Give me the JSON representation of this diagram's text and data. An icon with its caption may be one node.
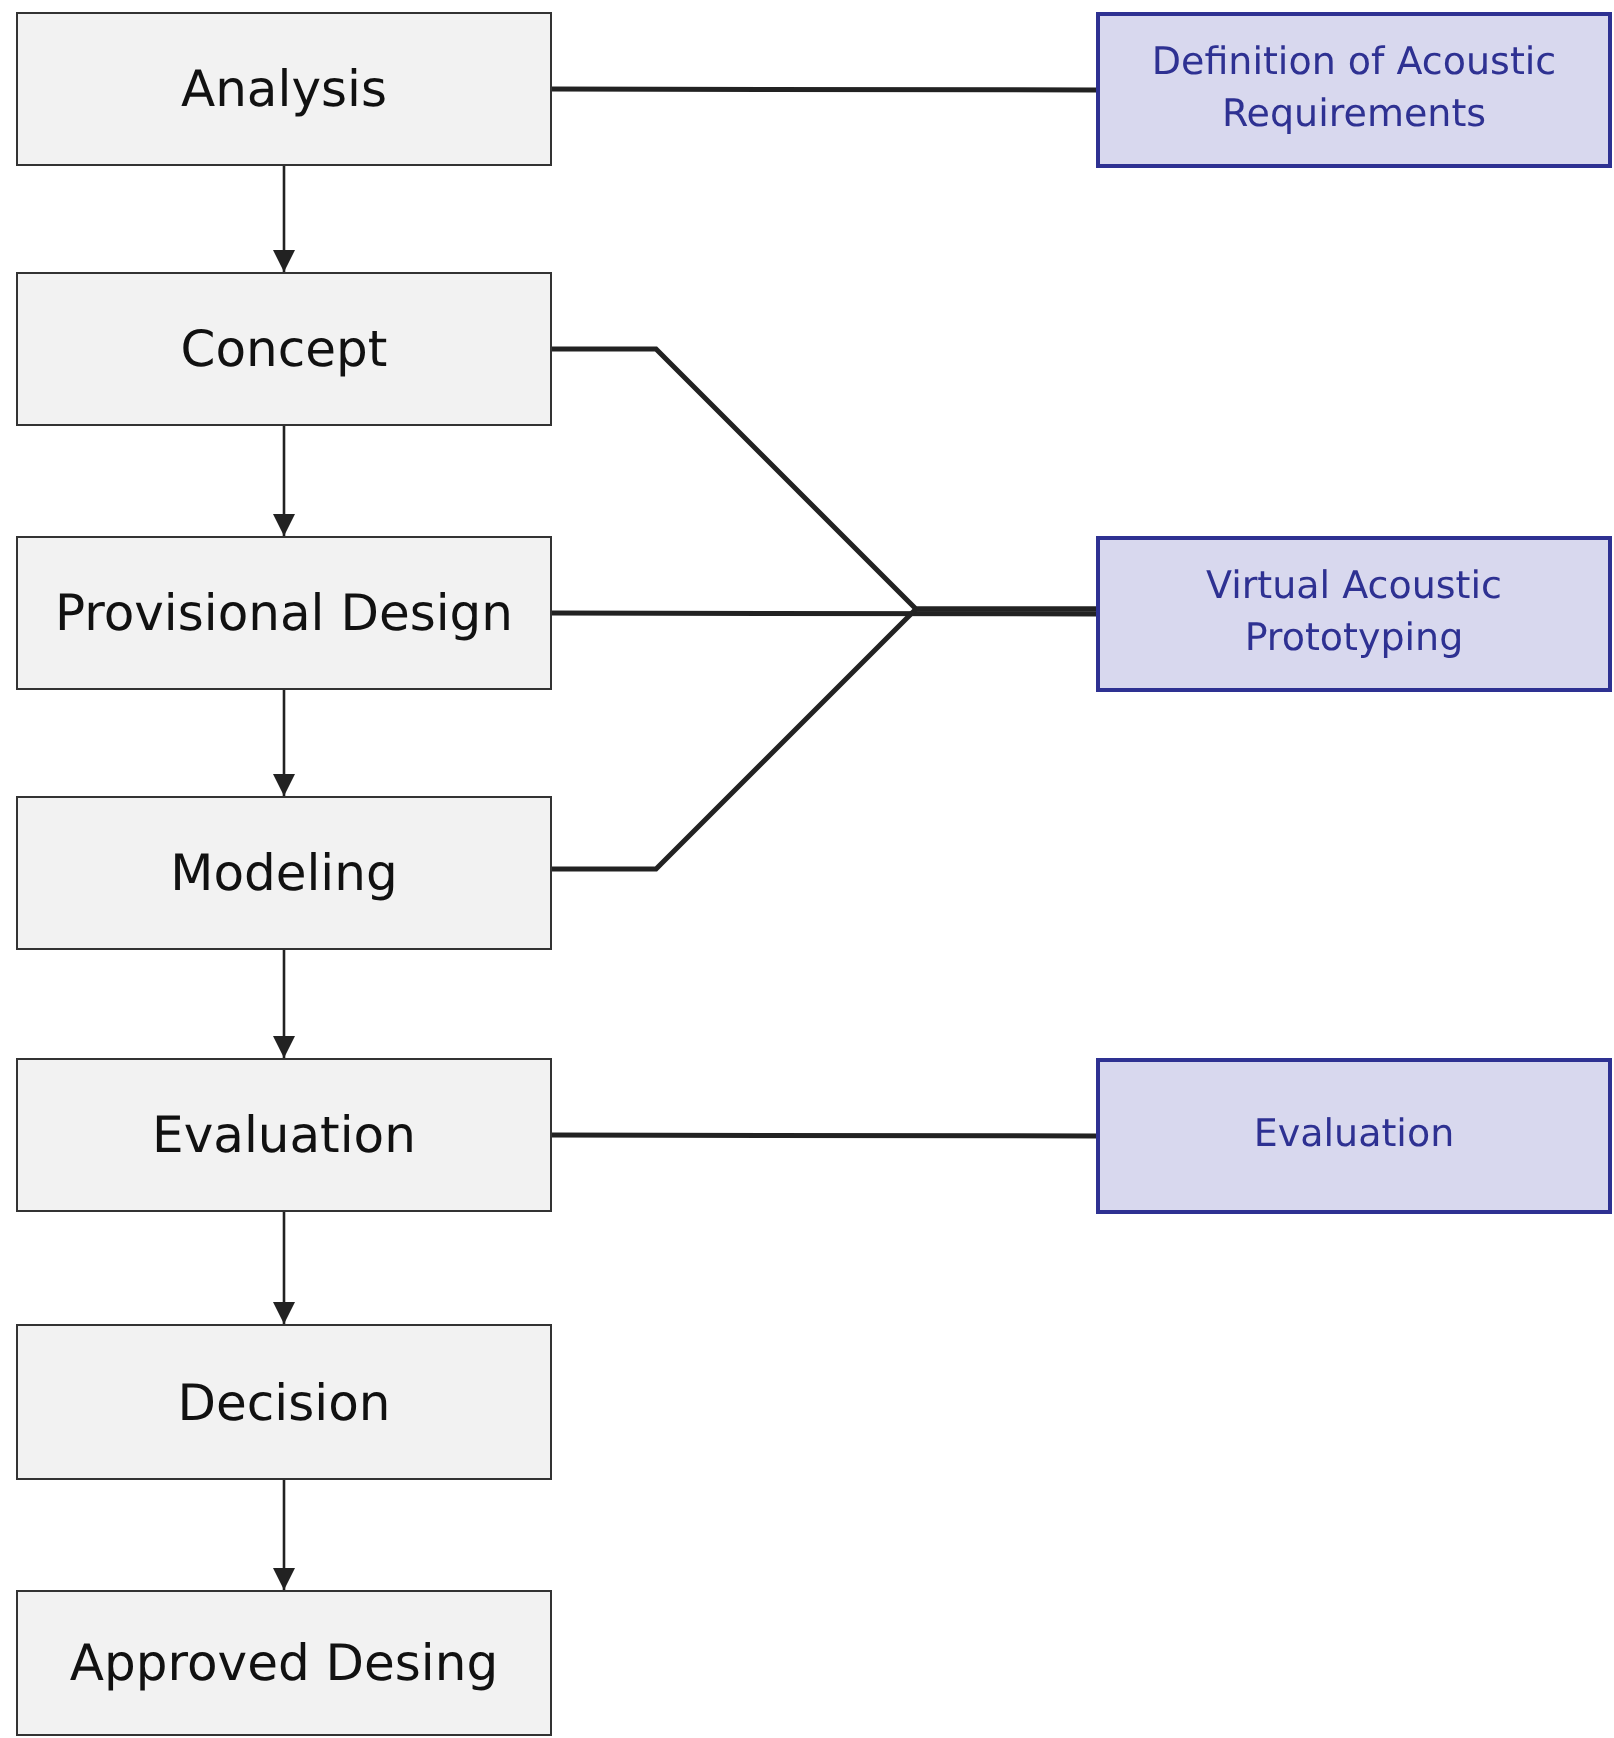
{
  "diagram": {
    "nodes": [
      {
        "text": [
          "Analysis"
        ]
      },
      {
        "text": [
          "Concept"
        ]
      },
      {
        "text": [
          "Provisional Design"
        ]
      },
      {
        "text": [
          "Modeling"
        ]
      },
      {
        "text": [
          "Evaluation"
        ]
      },
      {
        "text": [
          "Decision"
        ]
      },
      {
        "text": [
          "Approved Desing"
        ]
      },
      {
        "text": [
          "Definition of Acoustic Requirements"
        ]
      },
      {
        "text": [
          "Virtual Acoustic Prototyping"
        ]
      },
      {
        "text": [
          "Evaluation"
        ]
      }
    ],
    "edges": [
      {
        "from": 0,
        "to": 1,
        "arrow": "to"
      },
      {
        "from": 1,
        "to": 2,
        "arrow": "to"
      },
      {
        "from": 2,
        "to": 3,
        "arrow": "to"
      },
      {
        "from": 3,
        "to": 4,
        "arrow": "to"
      },
      {
        "from": 4,
        "to": 5,
        "arrow": "to"
      },
      {
        "from": 5,
        "to": 6,
        "arrow": "to"
      },
      {
        "from": 0,
        "to": 7,
        "arrow": "none"
      },
      {
        "from": 1,
        "to": 8,
        "arrow": "none"
      },
      {
        "from": 2,
        "to": 8,
        "arrow": "none"
      },
      {
        "from": 3,
        "to": 8,
        "arrow": "none"
      },
      {
        "from": 4,
        "to": 9,
        "arrow": "none"
      }
    ]
  }
}
